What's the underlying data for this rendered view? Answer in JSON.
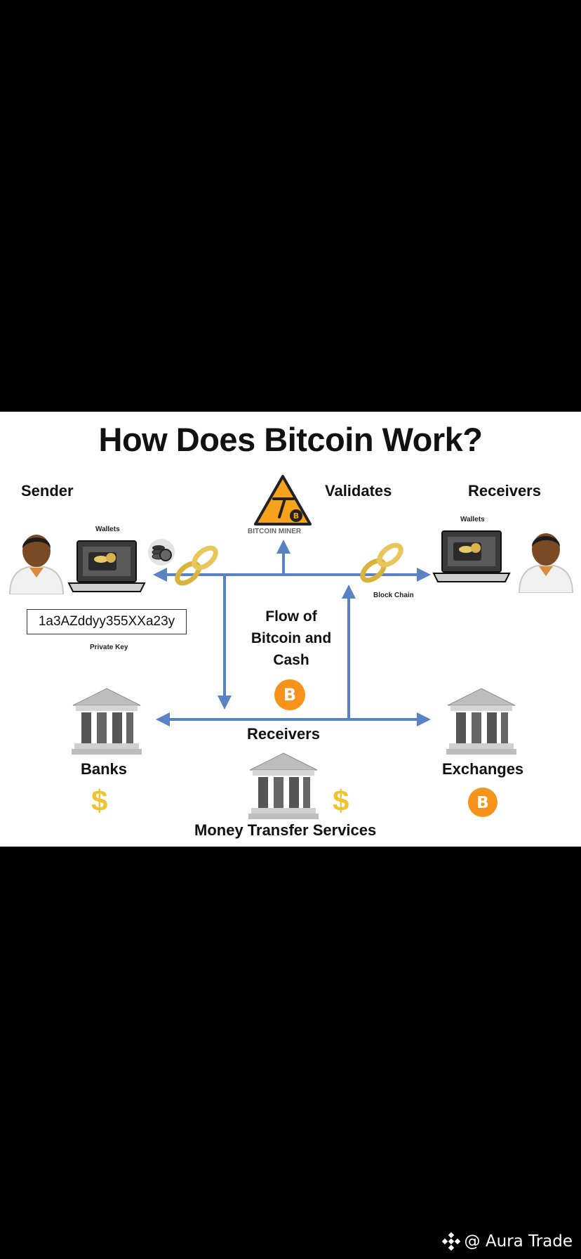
{
  "diagram": {
    "title": "How Does Bitcoin Work?",
    "sender": {
      "label": "Sender",
      "wallets_label": "Wallets",
      "private_key": "1a3AZddyy355XXa23y",
      "private_key_label": "Private Key"
    },
    "validator": {
      "label": "Validates",
      "miner_label": "BITCOIN MINER"
    },
    "receivers_top": {
      "label": "Receivers",
      "wallets_label": "Wallets",
      "chain_label": "Block Chain"
    },
    "flow_label": "Flow of Bitcoin and Cash",
    "receivers_bottom": {
      "label": "Receivers"
    },
    "banks": {
      "label": "Banks"
    },
    "exchanges": {
      "label": "Exchanges"
    },
    "money_transfer": {
      "label": "Money Transfer Services"
    },
    "colors": {
      "arrow": "#5a82c2",
      "bitcoin": "#f7931a",
      "dollar": "#f2c12e",
      "background": "#ffffff"
    },
    "icons": [
      "person-icon",
      "laptop-icon",
      "chain-link-icon",
      "coins-icon",
      "bitcoin-miner-icon",
      "bank-building-icon",
      "bitcoin-coin-icon",
      "dollar-sign-icon"
    ]
  },
  "watermark": {
    "text": "@ Aura Trade",
    "icon": "binance-logo-icon"
  }
}
